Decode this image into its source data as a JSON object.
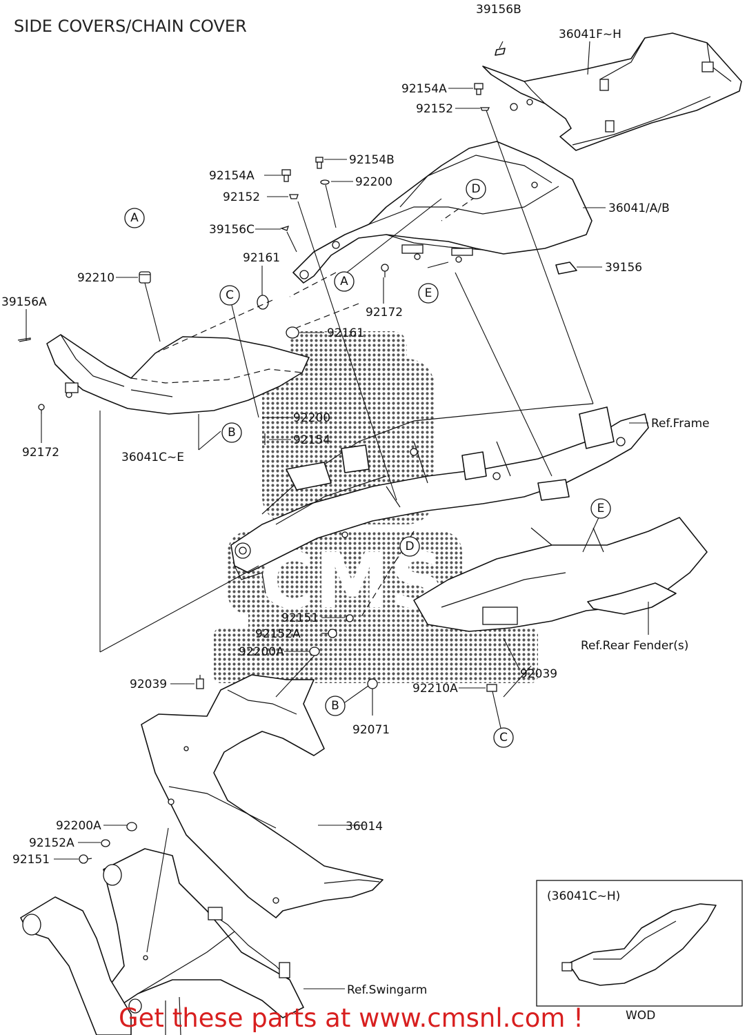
{
  "title": "SIDE COVERS/CHAIN COVER",
  "promo_text": "Get these parts at www.cmsnl.com !",
  "watermark_text": "CMS",
  "inset_label": "(36041C~H)",
  "diagram_code": "WOD",
  "colors": {
    "promo": "#d81f1f",
    "line": "#111111",
    "watermark": "#333333"
  },
  "part_labels": {
    "p39156B": "39156B",
    "p36041FH": "36041F~H",
    "p92154A_top": "92154A",
    "p92152_top": "92152",
    "p92154B": "92154B",
    "p92154A_mid": "92154A",
    "p92200_mid": "92200",
    "p92152_mid": "92152",
    "p36041AB": "36041/A/B",
    "p39156C": "39156C",
    "p39156": "39156",
    "p92161_a": "92161",
    "p92161_b": "92161",
    "p92172_mid": "92172",
    "p92210": "92210",
    "p39156A": "39156A",
    "p92172_left": "92172",
    "p36041CE": "36041C~E",
    "p92200_low": "92200",
    "p92154_low": "92154",
    "ref_frame": "Ref.Frame",
    "p92151_mid": "92151",
    "p92152A_mid": "92152A",
    "p92200A_mid": "92200A",
    "ref_rear_fender": "Ref.Rear Fender(s)",
    "p92039_left": "92039",
    "p92039_right": "92039",
    "p92210A": "92210A",
    "p92071": "92071",
    "p36014": "36014",
    "p92200A_low": "92200A",
    "p92152A_low": "92152A",
    "p92151_low": "92151",
    "ref_swingarm": "Ref.Swingarm"
  },
  "callouts": {
    "a1": "A",
    "a2": "A",
    "b1": "B",
    "b2": "B",
    "c1": "C",
    "c2": "C",
    "d1": "D",
    "d2": "D",
    "e1": "E",
    "e2": "E"
  }
}
